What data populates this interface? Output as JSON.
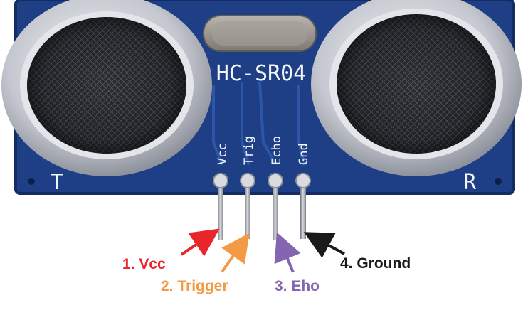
{
  "board": {
    "model": "HC-SR04",
    "side_left": "T",
    "side_right": "R",
    "pins": [
      "Vcc",
      "Trig",
      "Echo",
      "Gnd"
    ]
  },
  "callouts": [
    {
      "label": "1. Vcc",
      "color": "#e8262b"
    },
    {
      "label": "2. Trigger",
      "color": "#f39a45"
    },
    {
      "label": "3. Eho",
      "color": "#8465b0"
    },
    {
      "label": "4. Ground",
      "color": "#1a1a1a"
    }
  ],
  "colors": {
    "pcb": "#1e3f86",
    "pcb_dark": "#142c63",
    "transducer_rim": "#c9ccd4",
    "mesh": "#3a3d44",
    "crystal": "#9a9590",
    "pin_metal": "#a9acb2"
  }
}
